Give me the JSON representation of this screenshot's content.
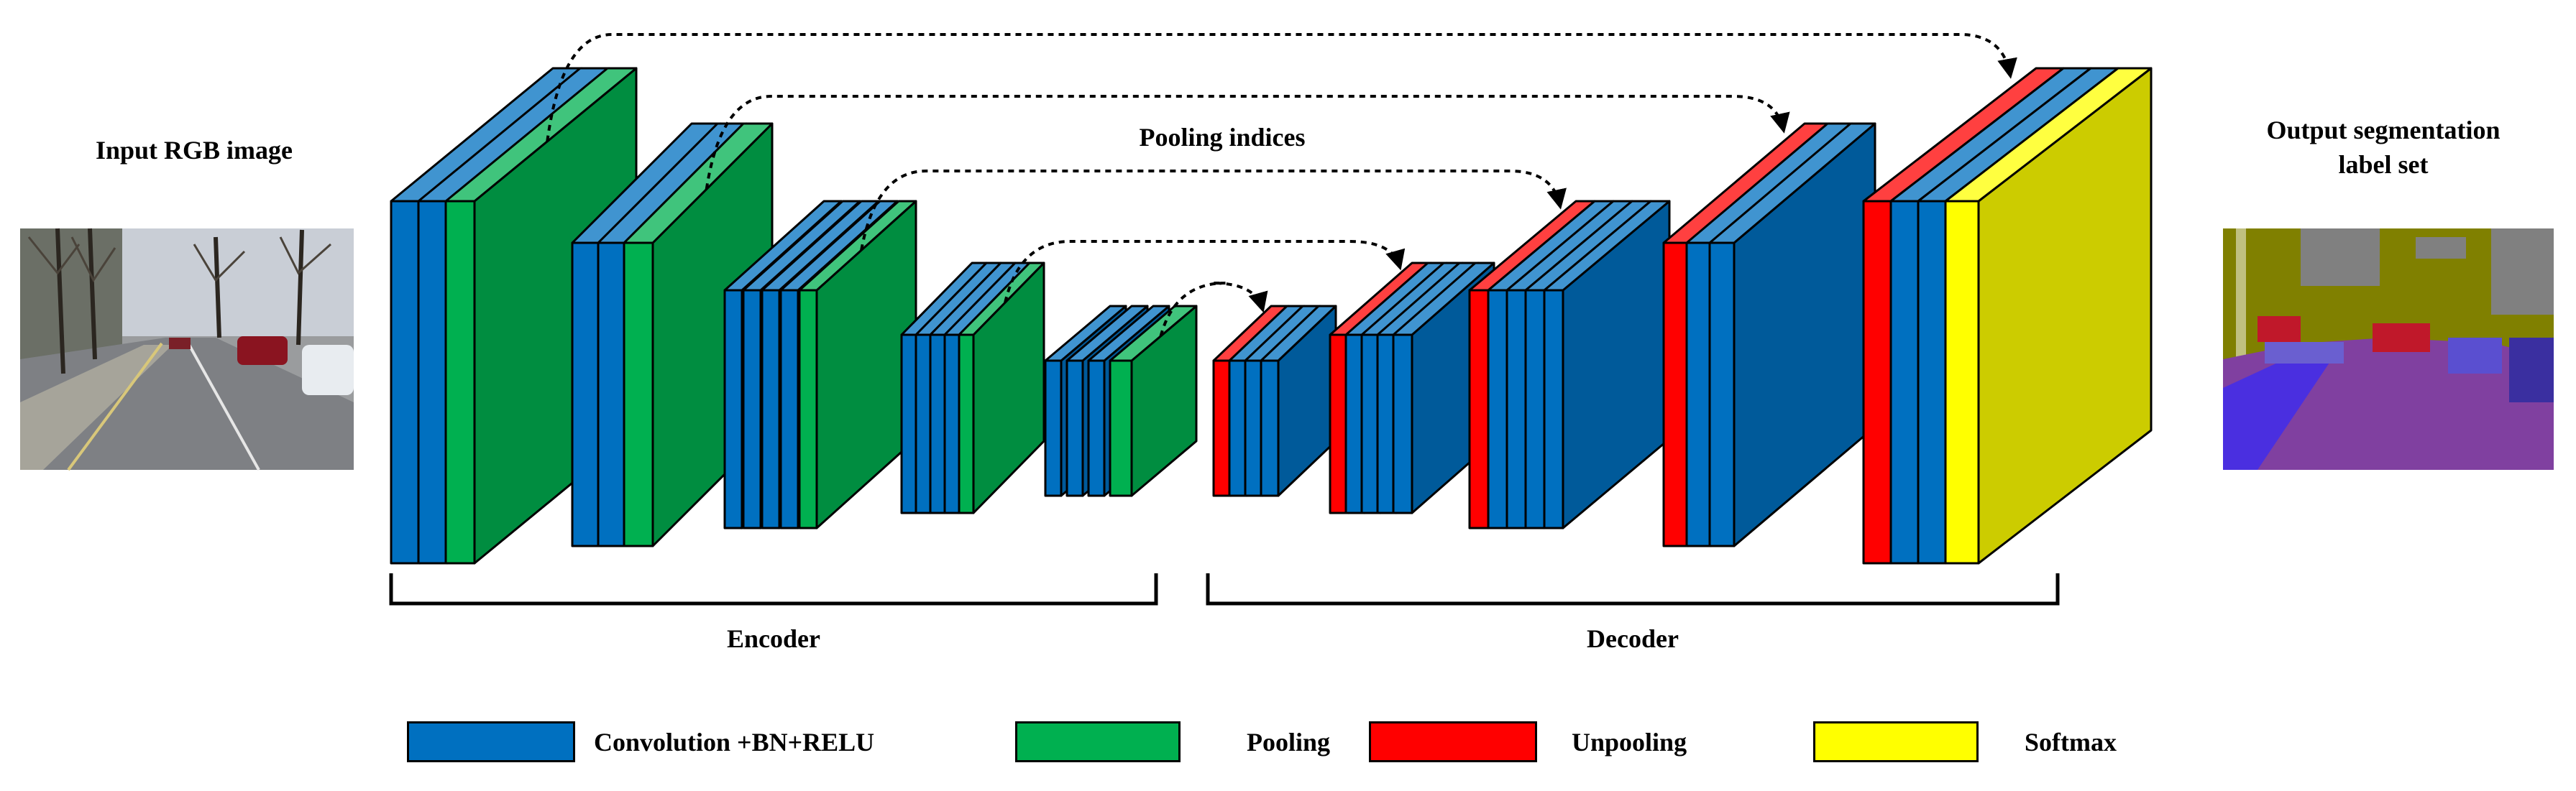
{
  "labels": {
    "input": "Input RGB image",
    "output_line1": "Output segmentation",
    "output_line2": "label set",
    "pooling_indices": "Pooling indices",
    "encoder": "Encoder",
    "decoder": "Decoder"
  },
  "legend": [
    {
      "label": "Convolution +BN+RELU",
      "color": "#0070C0"
    },
    {
      "label": "Pooling",
      "color": "#00B050"
    },
    {
      "label": "Unpooling",
      "color": "#FF0000"
    },
    {
      "label": "Softmax",
      "color": "#FFFF00"
    }
  ],
  "colors": {
    "conv": "#0070C0",
    "pool": "#00B050",
    "unpool": "#FF0000",
    "softmax": "#FFFF00"
  },
  "blocks": {
    "encoder": [
      [
        "conv",
        "conv",
        "pool"
      ],
      [
        "conv",
        "conv",
        "pool"
      ],
      [
        "conv",
        "conv",
        "conv",
        "conv",
        "pool"
      ],
      [
        "conv",
        "conv",
        "conv",
        "conv",
        "pool"
      ],
      [
        "conv",
        "conv",
        "conv",
        "pool"
      ]
    ],
    "decoder": [
      [
        "unpool",
        "conv",
        "conv",
        "conv"
      ],
      [
        "unpool",
        "conv",
        "conv",
        "conv",
        "conv"
      ],
      [
        "unpool",
        "conv",
        "conv",
        "conv",
        "conv"
      ],
      [
        "unpool",
        "conv",
        "conv"
      ],
      [
        "unpool",
        "conv",
        "conv",
        "softmax"
      ]
    ]
  }
}
